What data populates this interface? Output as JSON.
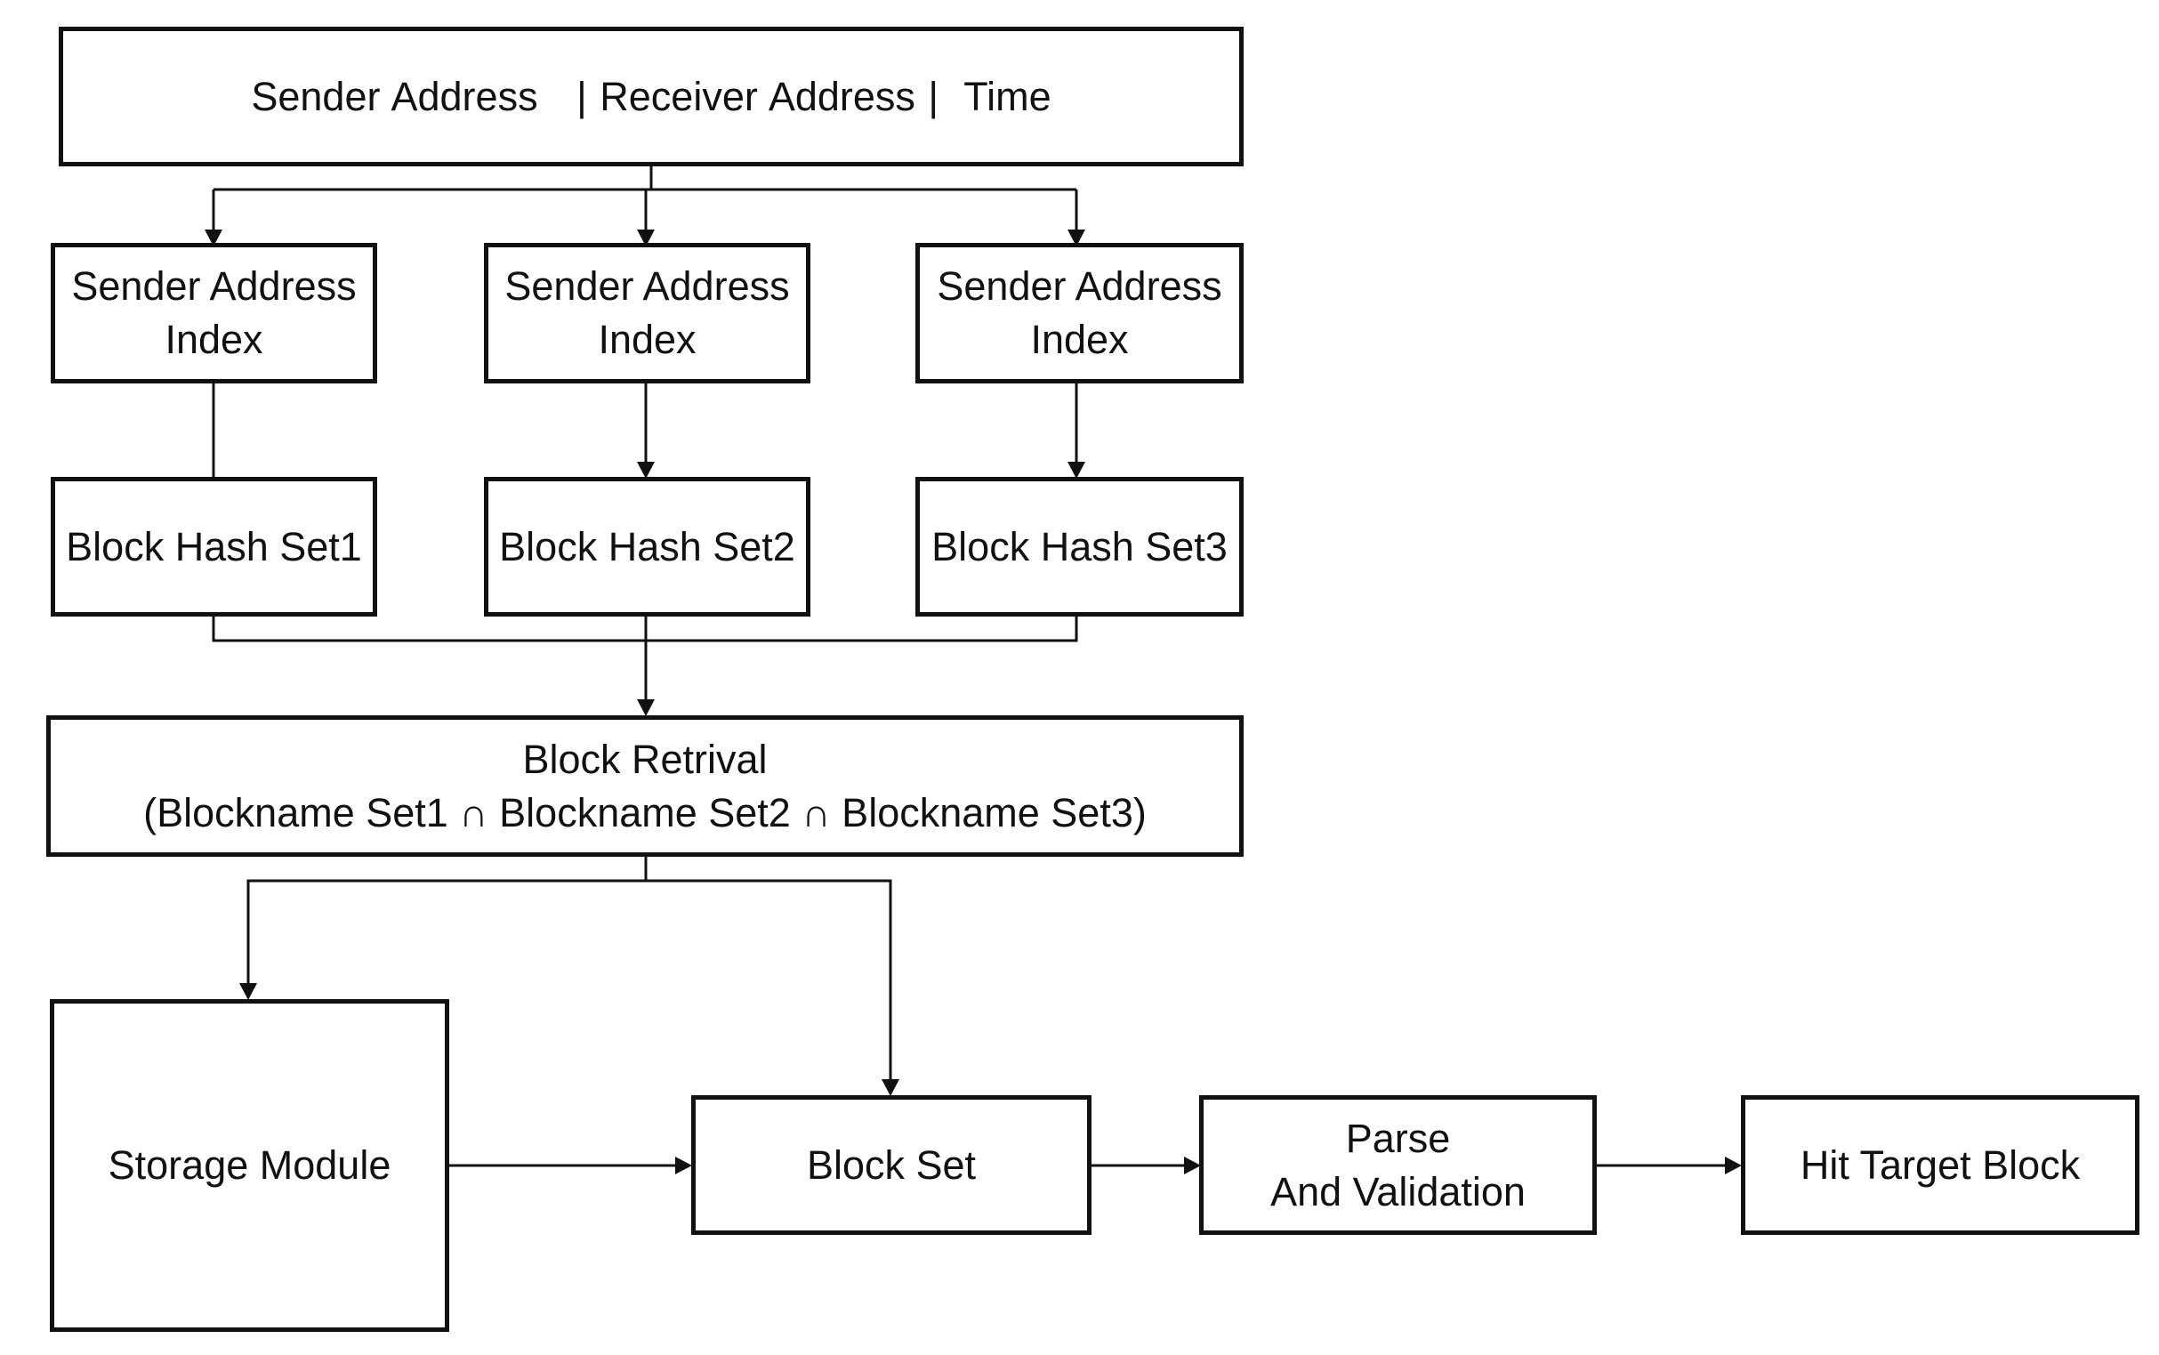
{
  "diagram": {
    "header_box": {
      "text": "Sender Address   | Receiver Address |  Time"
    },
    "index_boxes": [
      {
        "line1": "Sender Address",
        "line2": "Index"
      },
      {
        "line1": "Sender Address",
        "line2": "Index"
      },
      {
        "line1": "Sender Address",
        "line2": "Index"
      }
    ],
    "hash_sets": [
      {
        "text": "Block Hash Set1"
      },
      {
        "text": "Block Hash Set2"
      },
      {
        "text": "Block Hash Set3"
      }
    ],
    "retrieval": {
      "line1": "Block Retrival",
      "line2": "(Blockname Set1 ∩ Blockname Set2 ∩ Blockname Set3)"
    },
    "storage_module": {
      "text": "Storage Module"
    },
    "block_set": {
      "text": "Block Set"
    },
    "parse_validation": {
      "line1": "Parse",
      "line2": "And Validation"
    },
    "hit_target": {
      "text": "Hit Target Block"
    },
    "colors": {
      "stroke": "#111111",
      "background": "#ffffff"
    }
  }
}
